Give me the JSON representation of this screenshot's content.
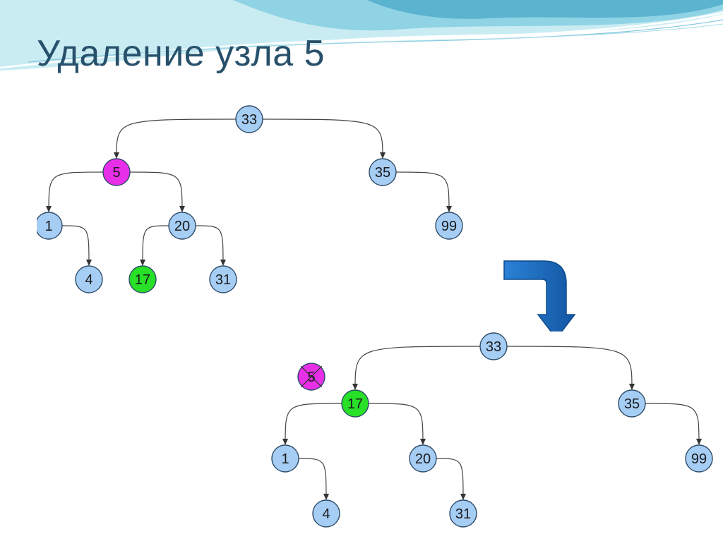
{
  "slide": {
    "title": "Удаление узла 5"
  },
  "colors": {
    "node_default": "#a6cdf4",
    "node_deleted": "#e82fe8",
    "node_successor": "#27e027",
    "arrow_blue": "#1f6fc0",
    "title_color": "#27516b",
    "wave_light": "#c9ecf3",
    "wave_mid": "#8fd3e4",
    "wave_dark": "#5ab3cf"
  },
  "tree_before": {
    "nodes": [
      {
        "id": "b33",
        "label": "33",
        "kind": "default"
      },
      {
        "id": "b5",
        "label": "5",
        "kind": "deleted"
      },
      {
        "id": "b35",
        "label": "35",
        "kind": "default"
      },
      {
        "id": "b1",
        "label": "1",
        "kind": "default"
      },
      {
        "id": "b20",
        "label": "20",
        "kind": "default"
      },
      {
        "id": "b99",
        "label": "99",
        "kind": "default"
      },
      {
        "id": "b4",
        "label": "4",
        "kind": "default"
      },
      {
        "id": "b17",
        "label": "17",
        "kind": "successor"
      },
      {
        "id": "b31",
        "label": "31",
        "kind": "default"
      }
    ],
    "edges": [
      [
        "b33",
        "b5"
      ],
      [
        "b33",
        "b35"
      ],
      [
        "b5",
        "b1"
      ],
      [
        "b5",
        "b20"
      ],
      [
        "b35",
        "b99"
      ],
      [
        "b1",
        "b4"
      ],
      [
        "b20",
        "b17"
      ],
      [
        "b20",
        "b31"
      ]
    ]
  },
  "tree_after": {
    "nodes": [
      {
        "id": "a33",
        "label": "33",
        "kind": "default"
      },
      {
        "id": "a5",
        "label": "5",
        "kind": "deleted",
        "crossed": true
      },
      {
        "id": "a17",
        "label": "17",
        "kind": "successor"
      },
      {
        "id": "a35",
        "label": "35",
        "kind": "default"
      },
      {
        "id": "a1",
        "label": "1",
        "kind": "default"
      },
      {
        "id": "a20",
        "label": "20",
        "kind": "default"
      },
      {
        "id": "a99",
        "label": "99",
        "kind": "default"
      },
      {
        "id": "a4",
        "label": "4",
        "kind": "default"
      },
      {
        "id": "a31",
        "label": "31",
        "kind": "default"
      }
    ],
    "edges": [
      [
        "a33",
        "a17"
      ],
      [
        "a33",
        "a35"
      ],
      [
        "a17",
        "a1"
      ],
      [
        "a17",
        "a20"
      ],
      [
        "a35",
        "a99"
      ],
      [
        "a1",
        "a4"
      ],
      [
        "a20",
        "a31"
      ]
    ]
  },
  "transition_arrow": {
    "icon": "bent-arrow-down-icon"
  }
}
